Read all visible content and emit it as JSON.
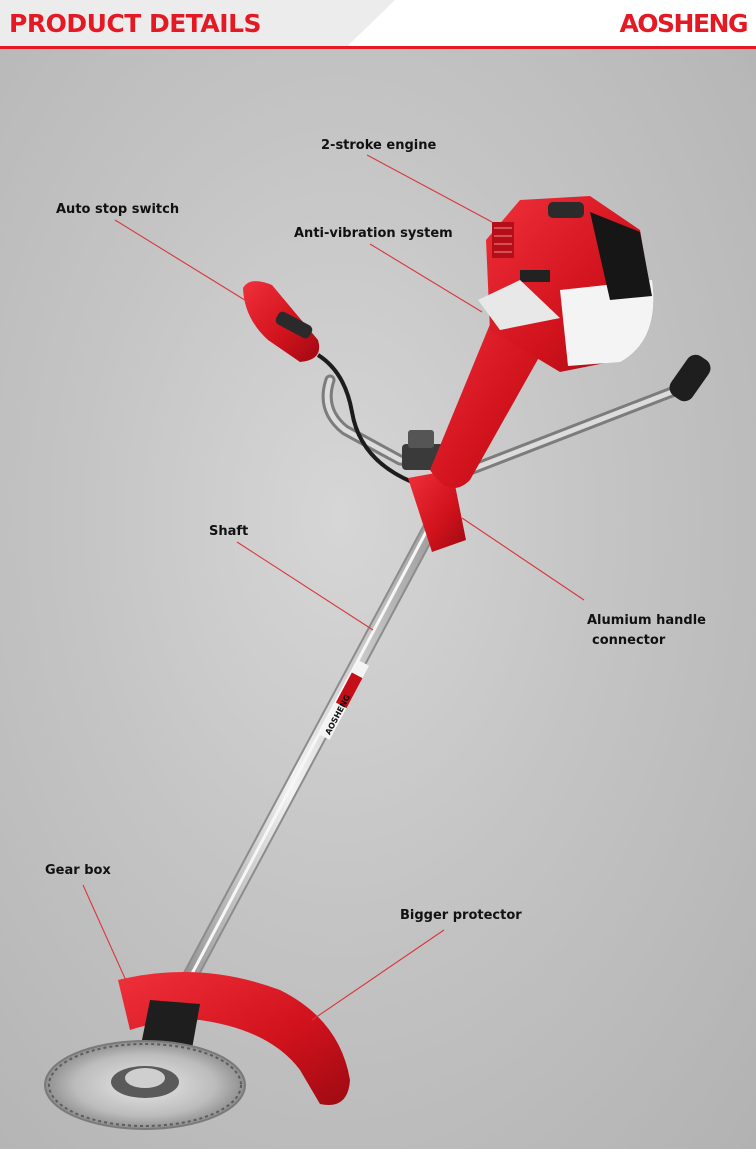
{
  "header": {
    "title": "PRODUCT DETAILS",
    "brand": "AOSHENG"
  },
  "product": {
    "shaft_print": "AOSHENG"
  },
  "callouts": {
    "engine": "2-stroke engine",
    "auto_stop": "Auto stop switch",
    "anti_vibration": "Anti-vibration system",
    "shaft": "Shaft",
    "handle_connector_line1": "Alumium handle",
    "handle_connector_line2": "connector",
    "gear_box": "Gear box",
    "protector": "Bigger protector"
  },
  "colors": {
    "brand_red": "#e31a24",
    "leader_line": "#d9363e"
  }
}
